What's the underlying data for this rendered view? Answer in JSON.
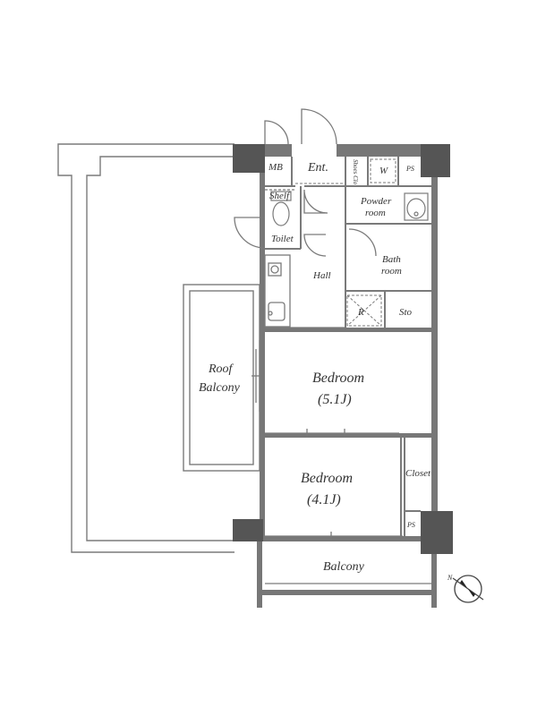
{
  "colors": {
    "wall": "#6e6e6e",
    "column": "#555555",
    "line": "#7a7a7a",
    "text": "#333333",
    "background": "#ffffff"
  },
  "rooms": {
    "mb": "MB",
    "ent": "Ent.",
    "shoes_closet": "Shoes Clo",
    "washer": "W",
    "ps_top": "PS",
    "shelf": "Shelf",
    "toilet": "Toilet",
    "powder_room": [
      "Powder",
      "room"
    ],
    "bath_room": [
      "Bath",
      "room"
    ],
    "hall": "Hall",
    "refrigerator": "R",
    "storage": "Sto",
    "roof_balcony": [
      "Roof",
      "Balcony"
    ],
    "bedroom_1": {
      "name": "Bedroom",
      "size": "(5.1J)"
    },
    "bedroom_2": {
      "name": "Bedroom",
      "size": "(4.1J)"
    },
    "closet": "Closet",
    "ps_bottom": "PS",
    "balcony": "Balcony"
  },
  "compass": {
    "icon": "north-arrow-icon",
    "label": "N"
  }
}
